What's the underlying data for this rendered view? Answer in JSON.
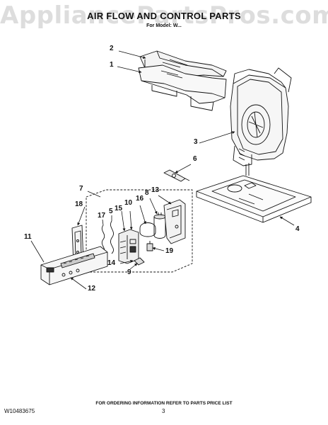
{
  "watermark": "AppliancePartsPros.com",
  "title": "AIR FLOW AND CONTROL PARTS",
  "subtitle": "For Model: W...",
  "callouts": [
    {
      "id": "c2",
      "text": "2"
    },
    {
      "id": "c1",
      "text": "1"
    },
    {
      "id": "c3",
      "text": "3"
    },
    {
      "id": "c6",
      "text": "6"
    },
    {
      "id": "c4",
      "text": "4"
    },
    {
      "id": "c7",
      "text": "7"
    },
    {
      "id": "c18",
      "text": "18"
    },
    {
      "id": "c17",
      "text": "17"
    },
    {
      "id": "c5",
      "text": "5"
    },
    {
      "id": "c15",
      "text": "15"
    },
    {
      "id": "c10",
      "text": "10"
    },
    {
      "id": "c16",
      "text": "16"
    },
    {
      "id": "c8",
      "text": "8"
    },
    {
      "id": "c13",
      "text": "13"
    },
    {
      "id": "c11",
      "text": "11"
    },
    {
      "id": "c14",
      "text": "14"
    },
    {
      "id": "c9",
      "text": "9"
    },
    {
      "id": "c19",
      "text": "19"
    },
    {
      "id": "c12",
      "text": "12"
    }
  ],
  "footer": {
    "note": "FOR ORDERING INFORMATION REFER TO PARTS PRICE LIST",
    "doc_number": "W10483675",
    "page_number": "3"
  }
}
